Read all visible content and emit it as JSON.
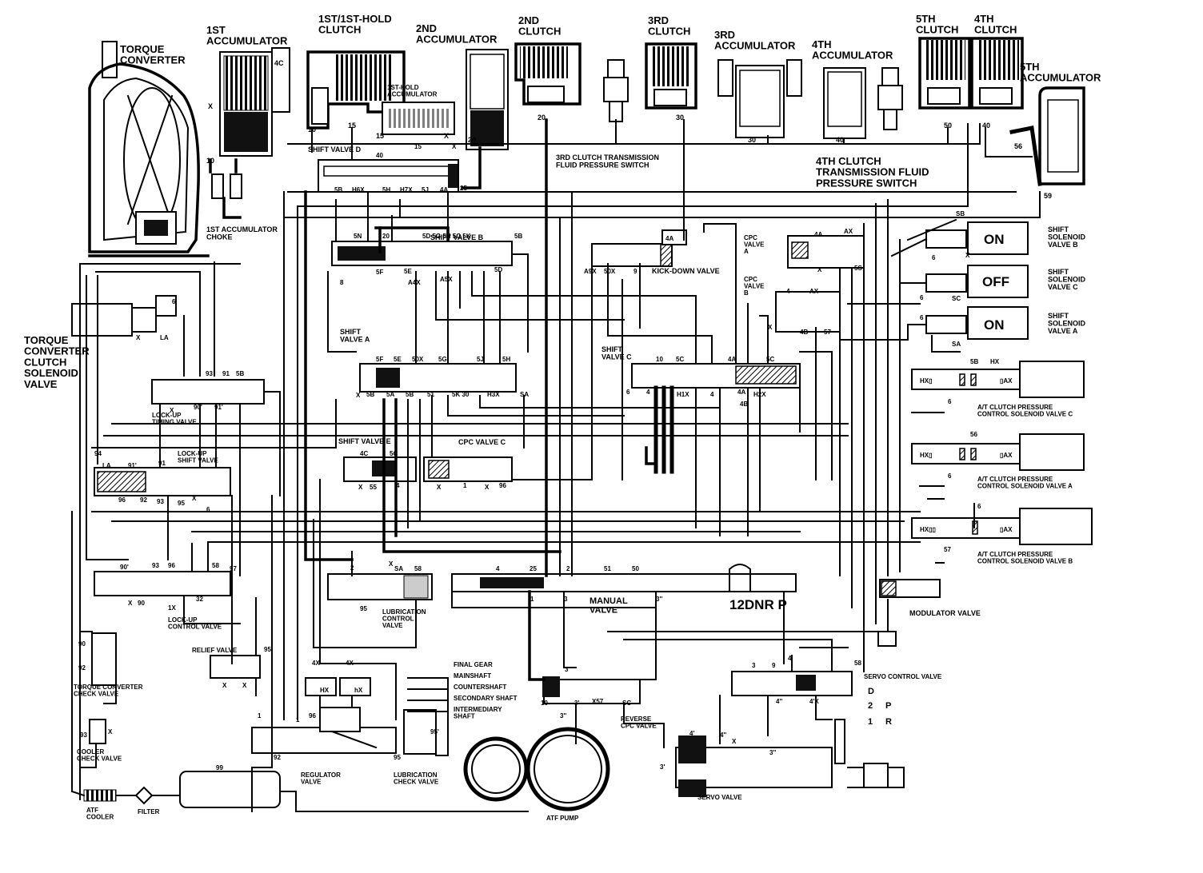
{
  "components": {
    "torque_converter": "TORQUE\nCONVERTER",
    "acc_1st": "1ST\nACCUMULATOR",
    "clutch_1st": "1ST/1ST-HOLD\nCLUTCH",
    "acc_2nd": "2ND\nACCUMULATOR",
    "clutch_2nd": "2ND\nCLUTCH",
    "clutch_3rd": "3RD\nCLUTCH",
    "acc_3rd": "3RD\nACCUMULATOR",
    "acc_4th": "4TH\nACCUMULATOR",
    "clutch_5th": "5TH\nCLUTCH",
    "clutch_4th": "4TH\nCLUTCH",
    "acc_5th": "5TH\nACCUMULATOR",
    "acc_1st_hold": "1ST-HOLD\nACCUMULATOR",
    "choke_1st": "1ST ACCUMULATOR\nCHOKE",
    "shift_valve_d": "SHIFT VALVE D",
    "switch_3rd": "3RD CLUTCH TRANSMISSION\nFLUID PRESSURE SWITCH",
    "switch_4th": "4TH CLUTCH\nTRANSMISSION FLUID\nPRESSURE SWITCH",
    "shift_valve_b": "SHIFT VALVE B",
    "kick_down": "KICK-DOWN VALVE",
    "cpc_valve_a": "CPC\nVALVE\nA",
    "cpc_valve_b": "CPC\nVALVE\nB",
    "shift_valve_a": "SHIFT\nVALVE A",
    "shift_valve_c": "SHIFT\nVALVE C",
    "tcc_solenoid": "TORQUE\nCONVERTER\nCLUTCH\nSOLENOID\nVALVE",
    "lockup_timing": "LOCK-UP\nTIMING VALVE",
    "lockup_shift": "LOCK-UP\nSHIFT VALVE",
    "shift_valve_e": "SHIFT VALVE E",
    "cpc_valve_c": "CPC VALVE C",
    "lockup_control": "LOCK-UP\nCONTROL VALVE",
    "relief_valve": "RELIEF VALVE",
    "tc_check": "TORQUE CONVERTER\nCHECK VALVE",
    "cooler_check": "COOLER\nCHECK VALVE",
    "atf_cooler": "ATF\nCOOLER",
    "filter": "FILTER",
    "lube_control": "LUBRICATION\nCONTROL\nVALVE",
    "manual_valve": "MANUAL\nVALVE",
    "final_gear": "FINAL GEAR",
    "mainshaft": "MAINSHAFT",
    "countershaft": "COUNTERSHAFT",
    "secondary_shaft": "SECONDARY SHAFT",
    "intermediary_shaft": "INTERMEDIARY\nSHAFT",
    "regulator": "REGULATOR\nVALVE",
    "lube_check": "LUBRICATION\nCHECK VALVE",
    "atf_pump": "ATF PUMP",
    "reverse_cpc": "REVERSE\nCPC VALVE",
    "servo_valve": "SERVO VALVE",
    "servo_control": "SERVO CONTROL VALVE",
    "modulator": "MODULATOR VALVE",
    "ss_b": "SHIFT\nSOLENOID\nVALVE B",
    "ss_c": "SHIFT\nSOLENOID\nVALVE C",
    "ss_a": "SHIFT\nSOLENOID\nVALVE A",
    "pcs_c": "A/T CLUTCH PRESSURE\nCONTROL SOLENOID VALVE C",
    "pcs_a": "A/T CLUTCH PRESSURE\nCONTROL SOLENOID VALVE A",
    "pcs_b": "A/T CLUTCH PRESSURE\nCONTROL SOLENOID VALVE B"
  },
  "solenoid_states": {
    "b": "ON",
    "c": "OFF",
    "a": "ON"
  },
  "manual_positions": "12DNR P",
  "selector": {
    "d": "D",
    "two": "2",
    "one": "1",
    "p": "P",
    "r": "R"
  },
  "port_labels": [
    "4C",
    "X",
    "10",
    "15",
    "15",
    "25",
    "40",
    "X",
    "20",
    "20",
    "30",
    "30",
    "40",
    "50",
    "40",
    "56",
    "59",
    "5B",
    "H6X",
    "5H",
    "H7X",
    "5J",
    "4A",
    "25",
    "5N",
    "20",
    "5D",
    "5G",
    "5H",
    "5C",
    "5K",
    "5B",
    "5F",
    "5E",
    "A4X",
    "A5X",
    "5D",
    "8",
    "A9X",
    "50X",
    "9",
    "4A",
    "4A",
    "AX",
    "X",
    "5S",
    "4",
    "AX",
    "4B",
    "57",
    "50X",
    "4B",
    "5F",
    "5E",
    "50X",
    "5G",
    "5J",
    "5H",
    "10",
    "5C",
    "4A",
    "5C",
    "X",
    "5B",
    "5A",
    "5B",
    "51",
    "5K",
    "30",
    "H3X",
    "SA",
    "6",
    "4",
    "H1X",
    "4",
    "4A",
    "H2X",
    "4B",
    "4",
    "94",
    "91",
    "90",
    "6",
    "LA",
    "X",
    "93",
    "91",
    "5B",
    "90'",
    "91'",
    "X",
    "94",
    "LA",
    "91'",
    "91",
    "X",
    "96",
    "92",
    "93",
    "95",
    "6",
    "4C",
    "5C",
    "X",
    "55",
    "4",
    "X",
    "1",
    "X",
    "96",
    "2",
    "X",
    "SA",
    "58",
    "4",
    "25",
    "2",
    "51",
    "50",
    "90'",
    "93",
    "96",
    "58",
    "97",
    "X",
    "90",
    "32",
    "1X",
    "95",
    "90",
    "92",
    "93",
    "X",
    "99",
    "1",
    "92",
    "1",
    "96",
    "95",
    "95'",
    "95",
    "1",
    "3",
    "3",
    "3''",
    "3",
    "4",
    "SC",
    "10",
    "3'",
    "X57",
    "SC",
    "3''",
    "4'",
    "4''",
    "X",
    "3''",
    "3'",
    "3",
    "9",
    "4",
    "4''",
    "4'X",
    "58",
    "SB",
    "6",
    "X",
    "6",
    "SC",
    "SA",
    "5B",
    "HX",
    "HX",
    "AX",
    "6",
    "56",
    "HX",
    "AX",
    "6",
    "6",
    "HX",
    "AX",
    "57"
  ]
}
